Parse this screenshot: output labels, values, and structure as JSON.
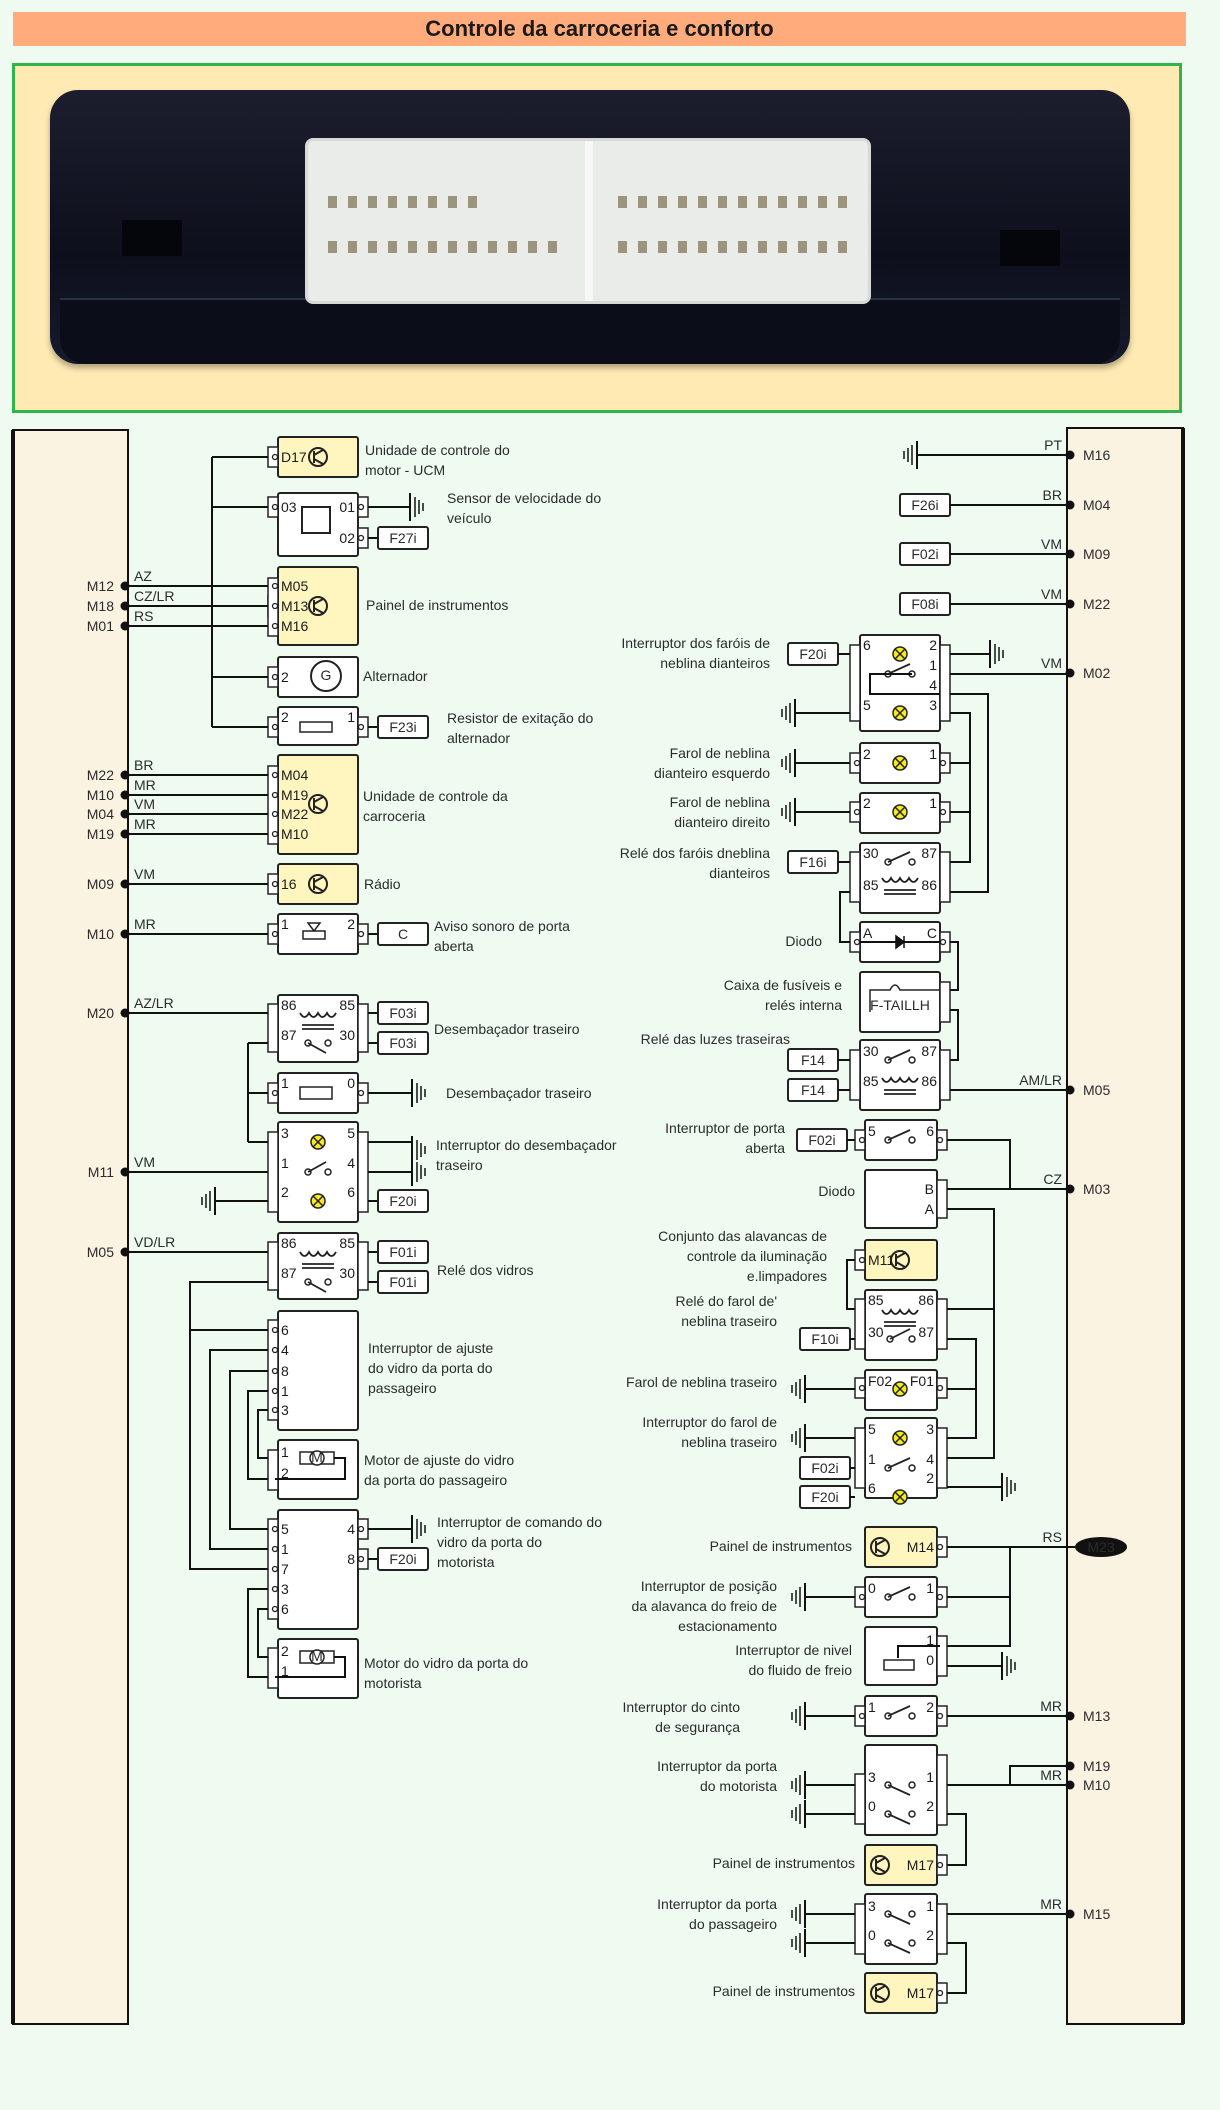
{
  "title": "Controle da carroceria e conforto",
  "photo": {
    "alt": "Módulo de controle da carroceria (foto do conector)"
  },
  "colors": {
    "background": "#effbf1",
    "title_bar": "#ffab7c",
    "photo_bg": "#ffeab3",
    "photo_border": "#2fb54a",
    "module_bg": "#fbf3e2",
    "ecu_fill": "#fff5bf",
    "lamp_fill": "#f7ec1a"
  },
  "left_connector": {
    "pins": [
      {
        "pin": "M12",
        "wire": "AZ"
      },
      {
        "pin": "M18",
        "wire": "CZ/LR"
      },
      {
        "pin": "M01",
        "wire": "RS"
      },
      {
        "pin": "M22",
        "wire": "BR"
      },
      {
        "pin": "M10",
        "wire": "MR"
      },
      {
        "pin": "M04",
        "wire": "VM"
      },
      {
        "pin": "M19",
        "wire": "MR"
      },
      {
        "pin": "M09",
        "wire": "VM"
      },
      {
        "pin": "M10",
        "wire": "MR"
      },
      {
        "pin": "M20",
        "wire": "AZ/LR"
      },
      {
        "pin": "M11",
        "wire": "VM"
      },
      {
        "pin": "M05",
        "wire": "VD/LR"
      }
    ]
  },
  "right_connector": {
    "pins": [
      {
        "pin": "M16",
        "wire": "PT",
        "source": "ground"
      },
      {
        "pin": "M04",
        "wire": "BR",
        "source": "F26i"
      },
      {
        "pin": "M09",
        "wire": "VM",
        "source": "F02i"
      },
      {
        "pin": "M22",
        "wire": "VM",
        "source": "F08i"
      },
      {
        "pin": "M02",
        "wire": "VM"
      },
      {
        "pin": "M05",
        "wire": "AM/LR"
      },
      {
        "pin": "M03",
        "wire": "CZ"
      },
      {
        "pin": "M23",
        "wire": "RS",
        "highlight": true
      },
      {
        "pin": "M13",
        "wire": "MR"
      },
      {
        "pin": "M19",
        "wire": ""
      },
      {
        "pin": "M10",
        "wire": "MR"
      },
      {
        "pin": "M15",
        "wire": "MR"
      }
    ]
  },
  "left_components": [
    {
      "name": "Unidade de controle do motor - UCM",
      "pins": [
        "D17"
      ]
    },
    {
      "name": "Sensor de velocidade do veículo",
      "pins": [
        "03",
        "01",
        "02"
      ],
      "fuse": "F27i"
    },
    {
      "name": "Painel de instrumentos",
      "pins": [
        "M05",
        "M13",
        "M16"
      ]
    },
    {
      "name": "Alternador",
      "pins": [
        "2"
      ]
    },
    {
      "name": "Resistor de exitação do alternador",
      "pins": [
        "2",
        "1"
      ],
      "fuse": "F23i"
    },
    {
      "name": "Unidade de controle da carroceria",
      "pins": [
        "M04",
        "M19",
        "M22",
        "M10"
      ]
    },
    {
      "name": "Rádio",
      "pins": [
        "16"
      ]
    },
    {
      "name": "Aviso sonoro de porta aberta",
      "pins": [
        "1",
        "2"
      ],
      "fuse": "C"
    },
    {
      "name": "Desembaçador traseiro",
      "type": "relay",
      "pins": [
        "86",
        "85",
        "87",
        "30"
      ],
      "fuses": [
        "F03i",
        "F03i"
      ]
    },
    {
      "name": "Desembaçador traseiro",
      "type": "heater",
      "pins": [
        "1",
        "0"
      ]
    },
    {
      "name": "Interruptor do desembaçador traseiro",
      "pins": [
        "3",
        "5",
        "1",
        "4",
        "2",
        "6"
      ],
      "fuse": "F20i"
    },
    {
      "name": "Relé dos vidros",
      "pins": [
        "86",
        "85",
        "87",
        "30"
      ],
      "fuses": [
        "F01i",
        "F01i"
      ]
    },
    {
      "name": "Interruptor de ajuste do vidro da porta do passageiro",
      "pins": [
        "6",
        "4",
        "8",
        "1",
        "3"
      ]
    },
    {
      "name": "Motor de ajuste do vidro da porta do passageiro",
      "pins": [
        "1",
        "2"
      ]
    },
    {
      "name": "Interruptor de comando do vidro da porta do motorista",
      "pins": [
        "5",
        "1",
        "7",
        "3",
        "6",
        "4",
        "8"
      ],
      "fuse": "F20i"
    },
    {
      "name": "Motor do vidro da porta do motorista",
      "pins": [
        "2",
        "1"
      ]
    }
  ],
  "right_components": [
    {
      "name": "Interruptor dos faróis de neblina dianteiros",
      "pins": [
        "6",
        "2",
        "1",
        "4",
        "5",
        "3"
      ],
      "fuse": "F20i"
    },
    {
      "name": "Farol de neblina dianteiro esquerdo",
      "pins": [
        "2",
        "1"
      ]
    },
    {
      "name": "Farol de neblina dianteiro direito",
      "pins": [
        "2",
        "1"
      ]
    },
    {
      "name": "Relé dos faróis dneblina dianteiros",
      "pins": [
        "30",
        "87",
        "85",
        "86"
      ],
      "fuse": "F16i"
    },
    {
      "name": "Diodo",
      "pins": [
        "A",
        "C"
      ]
    },
    {
      "name": "Caixa de fusíveis e relés interna",
      "fuse_label": "F-TAILLH"
    },
    {
      "name": "Relé das luzes traseiras",
      "pins": [
        "30",
        "87",
        "85",
        "86"
      ],
      "fuses": [
        "F14",
        "F14"
      ]
    },
    {
      "name": "Interruptor de porta aberta",
      "pins": [
        "5",
        "6"
      ],
      "fuse": "F02i"
    },
    {
      "name": "Diodo",
      "pins": [
        "B",
        "A"
      ]
    },
    {
      "name": "Conjunto das alavancas de controle da iluminação e.limpadores",
      "pins": [
        "M11"
      ]
    },
    {
      "name": "Relé do farol de' neblina traseiro",
      "pins": [
        "85",
        "86",
        "30",
        "87"
      ],
      "fuse": "F10i"
    },
    {
      "name": "Farol de neblina traseiro",
      "pins": [
        "F02",
        "F01"
      ]
    },
    {
      "name": "Interruptor do farol de neblina traseiro",
      "pins": [
        "5",
        "3",
        "1",
        "4",
        "6",
        "2"
      ],
      "fuses": [
        "F02i",
        "F20i"
      ]
    },
    {
      "name": "Painel de instrumentos",
      "pins": [
        "M14"
      ]
    },
    {
      "name": "Interruptor de posição da alavanca do freio de estacionamento",
      "pins": [
        "0",
        "1"
      ]
    },
    {
      "name": "Interruptor de nivel do fluido de freio",
      "pins": [
        "1",
        "0"
      ]
    },
    {
      "name": "Interruptor do cinto de segurança",
      "pins": [
        "1",
        "2"
      ]
    },
    {
      "name": "Interruptor da porta do motorista",
      "pins": [
        "3",
        "1",
        "0",
        "2"
      ]
    },
    {
      "name": "Painel de instrumentos",
      "pins": [
        "M17"
      ]
    },
    {
      "name": "Interruptor da porta do passageiro",
      "pins": [
        "3",
        "1",
        "0",
        "2"
      ]
    },
    {
      "name": "Painel de instrumentos",
      "pins": [
        "M17"
      ]
    }
  ]
}
